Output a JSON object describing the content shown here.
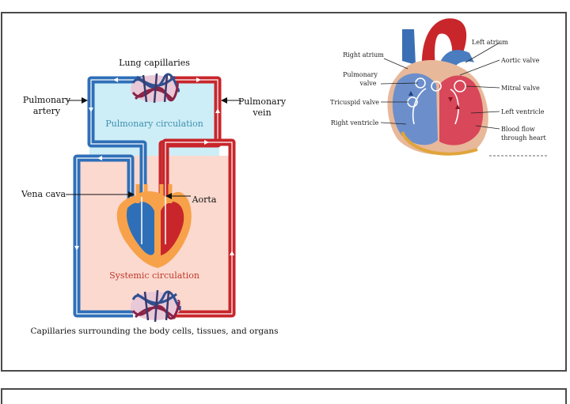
{
  "left_diagram": {
    "lung_capillaries": "Lung capillaries",
    "pulmonary_artery": [
      "Pulmonary",
      "artery"
    ],
    "pulmonary_vein": [
      "Pulmonary",
      "vein"
    ],
    "pulmonary_circulation": "Pulmonary circulation",
    "vena_cava": "Vena cava",
    "aorta": "Aorta",
    "systemic_circulation": "Systemic circulation",
    "body_capillaries": "Capillaries surrounding the body cells, tissues, and organs"
  },
  "right_diagram": {
    "right_atrium": "Right atrium",
    "pulmonary_valve": [
      "Pulmonary",
      "valve"
    ],
    "tricuspid_valve": "Tricuspid valve",
    "right_ventricle": "Right ventricle",
    "left_atrium": "Left atrium",
    "aortic_valve": "Aortic valve",
    "mitral_valve": "Mitral valve",
    "left_ventricle": "Left ventricle",
    "blood_flow": [
      "Blood flow",
      "through heart"
    ]
  },
  "colors": {
    "deoxygenated": "#2f6fb8",
    "oxygenated": "#c8262b",
    "pulmonary_fill": "#cdeef7",
    "systemic_fill": "#fbd9cf",
    "heart_outline": "#f4a261"
  }
}
